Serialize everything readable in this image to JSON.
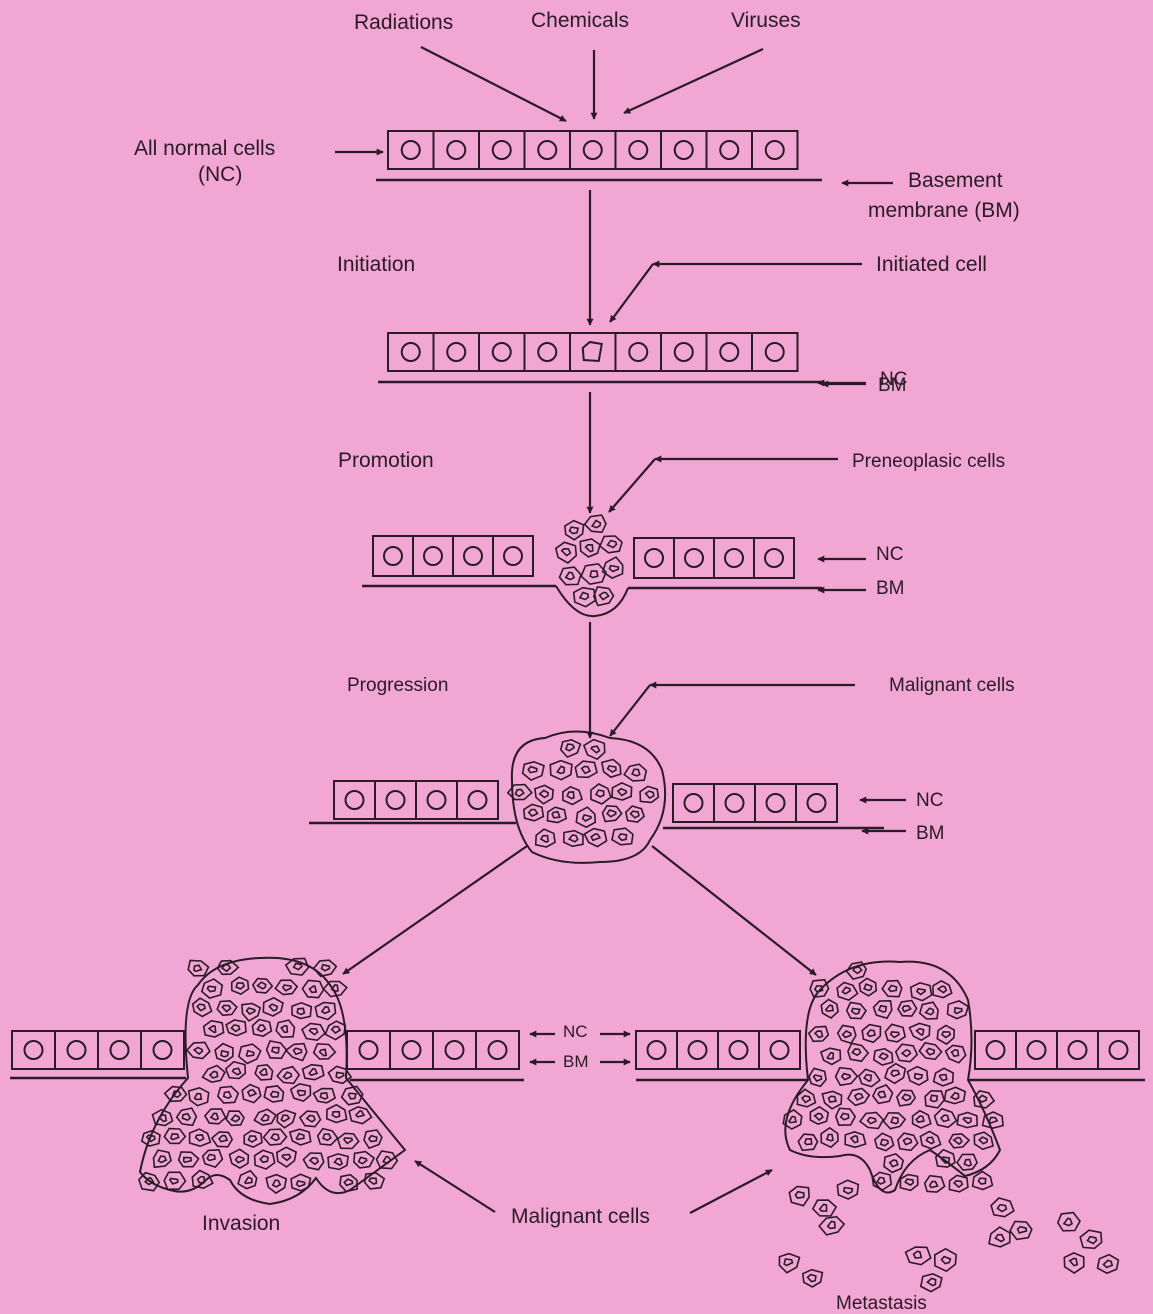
{
  "labels": {
    "radiations": "Radiations",
    "chemicals": "Chemicals",
    "viruses": "Viruses",
    "all_normal_cells": "All normal cells",
    "nc_paren": "(NC)",
    "basement": "Basement",
    "membrane_bm": "membrane (BM)",
    "initiation": "Initiation",
    "initiated_cell": "Initiated cell",
    "promotion": "Promotion",
    "preneoplasic_cells": "Preneoplasic cells",
    "progression": "Progression",
    "malignant_cells_top": "Malignant cells",
    "nc": "NC",
    "bm": "BM",
    "invasion": "Invasion",
    "malignant_cells_bottom": "Malignant cells",
    "metastasis": "Metastasis"
  },
  "colors": {
    "background": "#f2a6d4",
    "ink": "#2a1c27"
  }
}
